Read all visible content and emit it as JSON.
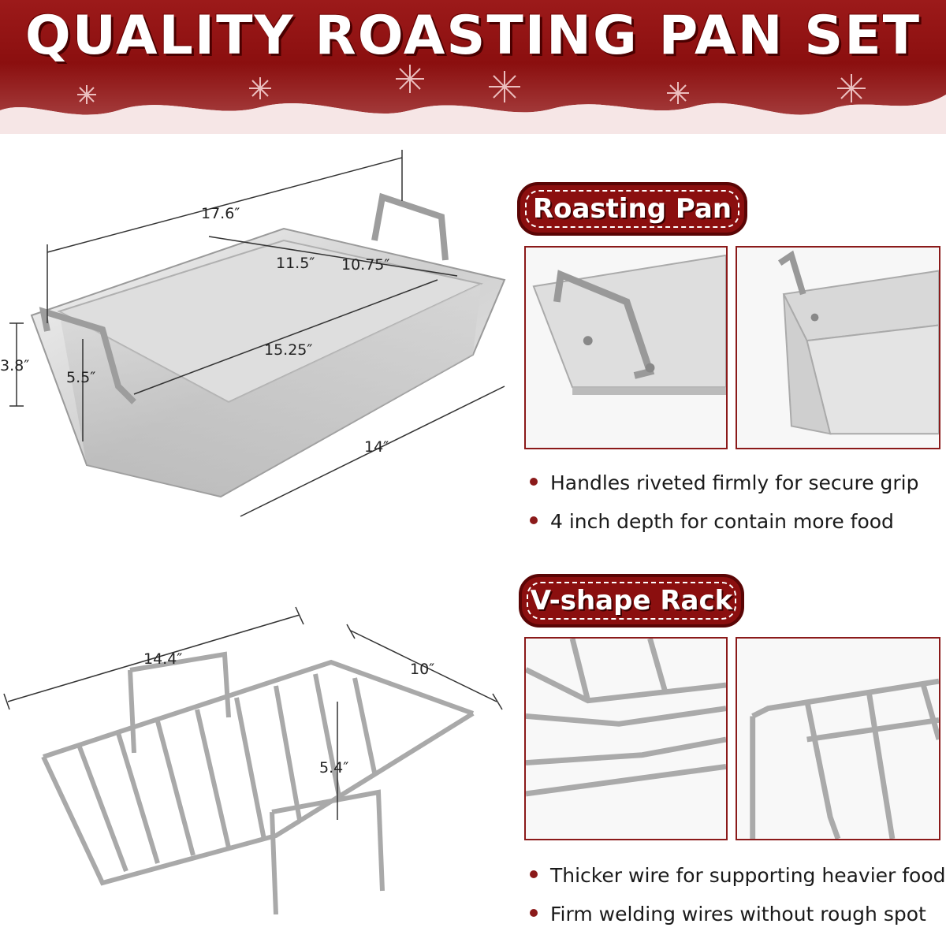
{
  "banner": {
    "title": "QUALITY ROASTING PAN SET"
  },
  "roasting_pan": {
    "label": "Roasting Pan",
    "dimensions": {
      "length": "17.6″",
      "top_width": "11.5″",
      "inner_width": "10.75″",
      "inner_length": "15.25″",
      "height": "3.8″",
      "side_height": "5.5″",
      "width": "14″"
    },
    "features": [
      "Handles riveted firmly for secure grip",
      "4 inch depth for contain more food"
    ]
  },
  "rack": {
    "label": "V-shape Rack",
    "dimensions": {
      "length": "14.4″",
      "width": "10″",
      "height": "5.4″"
    },
    "features": [
      "Thicker wire for supporting heavier food",
      "Firm welding wires without rough spot"
    ]
  },
  "colors": {
    "accent": "#8b0f0f",
    "accent_dark": "#5a0505",
    "banner_fade": "#f3d9d9"
  }
}
